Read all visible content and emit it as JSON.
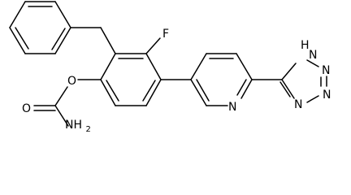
{
  "molecule": {
    "atoms": {
      "fluorine": "F",
      "ester_oxygen": "O",
      "carbonyl_oxygen": "O",
      "amine": "NH2",
      "pyridine_nitrogen": "N",
      "tetrazole_nh": "H",
      "tetrazole_n1": "N",
      "tetrazole_n2": "N",
      "tetrazole_n3": "N",
      "tetrazole_n4": "N"
    }
  },
  "colors": {
    "bond": "#000000",
    "text": "#000000",
    "background": "#ffffff"
  }
}
